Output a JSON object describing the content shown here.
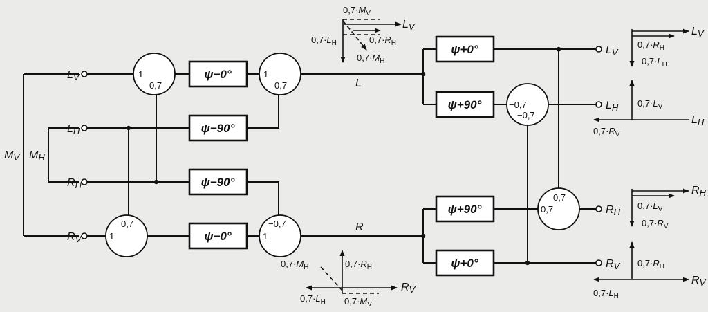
{
  "inputs": [
    {
      "main": "L",
      "sub": "V"
    },
    {
      "main": "L",
      "sub": "H"
    },
    {
      "main": "R",
      "sub": "H"
    },
    {
      "main": "R",
      "sub": "V"
    }
  ],
  "side_labels": {
    "mv": {
      "main": "M",
      "sub": "V"
    },
    "mh": {
      "main": "M",
      "sub": "H"
    }
  },
  "blocks": {
    "b1": "ψ−0°",
    "b2": "ψ−90°",
    "b3": "ψ−90°",
    "b4": "ψ−0°",
    "b5": "ψ+0°",
    "b6": "ψ+90°",
    "b7": "ψ+90°",
    "b8": "ψ+0°"
  },
  "mixers": {
    "m1": [
      "1",
      "0,7"
    ],
    "m2": [
      "1",
      "0,7"
    ],
    "m3": [
      "0,7",
      "1"
    ],
    "m4": [
      "−0,7",
      "1"
    ],
    "m5": [
      "−0,7",
      "−0,7"
    ],
    "m6": [
      "0,7",
      "0,7"
    ]
  },
  "bus_labels": {
    "l": "L",
    "r": "R"
  },
  "outputs": [
    {
      "main": "L",
      "sub": "V"
    },
    {
      "main": "L",
      "sub": "H"
    },
    {
      "main": "R",
      "sub": "H"
    },
    {
      "main": "R",
      "sub": "V"
    }
  ],
  "vector_labels": {
    "top_mid": {
      "a": {
        "pre": "0,7·",
        "main": "M",
        "sub": "V"
      },
      "b": {
        "main": "L",
        "sub": "V"
      },
      "c": {
        "pre": "0,7·",
        "main": "L",
        "sub": "H"
      },
      "d": {
        "pre": "0,7·",
        "main": "R",
        "sub": "H"
      },
      "e": {
        "pre": "0,7·",
        "main": "M",
        "sub": "H"
      }
    },
    "bottom_mid": {
      "a": {
        "pre": "0,7·",
        "main": "M",
        "sub": "H"
      },
      "b": {
        "pre": "0,7·",
        "main": "R",
        "sub": "H"
      },
      "c": {
        "main": "R",
        "sub": "V"
      },
      "d": {
        "pre": "0,7·",
        "main": "L",
        "sub": "H"
      },
      "e": {
        "pre": "0,7·",
        "main": "M",
        "sub": "V"
      }
    },
    "out_lv": {
      "a": {
        "main": "L",
        "sub": "V"
      },
      "b": {
        "pre": "0,7·",
        "main": "R",
        "sub": "H"
      },
      "c": {
        "pre": "0,7·",
        "main": "L",
        "sub": "H"
      }
    },
    "out_lh": {
      "a": {
        "pre": "0,7·",
        "main": "L",
        "sub": "V"
      },
      "b": {
        "pre": "0,7·",
        "main": "R",
        "sub": "V"
      },
      "c": {
        "main": "L",
        "sub": "H"
      }
    },
    "out_rh": {
      "a": {
        "main": "R",
        "sub": "H"
      },
      "b": {
        "pre": "0,7·",
        "main": "L",
        "sub": "V"
      },
      "c": {
        "pre": "0,7·",
        "main": "R",
        "sub": "V"
      }
    },
    "out_rv": {
      "a": {
        "pre": "0,7·",
        "main": "R",
        "sub": "H"
      },
      "b": {
        "main": "R",
        "sub": "V"
      },
      "c": {
        "pre": "0,7·",
        "main": "L",
        "sub": "H"
      }
    }
  }
}
